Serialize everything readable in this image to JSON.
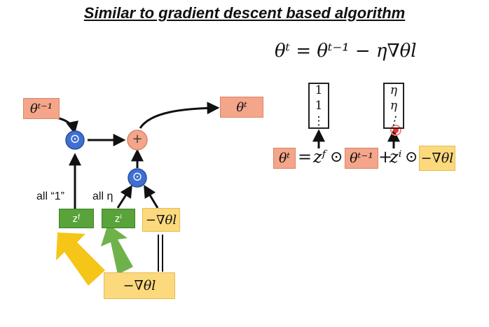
{
  "title": "Similar to gradient descent based algorithm",
  "formula_top": "θᵗ = θᵗ⁻¹ − η∇θl",
  "diagram": {
    "theta_prev": "θᵗ⁻¹",
    "theta_t": "θᵗ",
    "odot": "⊙",
    "plus": "+",
    "all_ones_label": "all “1”",
    "all_eta_label": "all η",
    "zf": "zᶠ",
    "zi": "zⁱ",
    "neg_grad": "−∇θl",
    "neg_grad_bottom": "−∇θl"
  },
  "equation": {
    "lhs": "θᵗ",
    "eq": "=",
    "zf": "zᶠ",
    "odot1": "⊙",
    "theta_prev": "θᵗ⁻¹",
    "plus": "+",
    "zi": "zⁱ",
    "odot2": "⊙",
    "neg_grad": "−∇θl",
    "vec_left": [
      "1",
      "1",
      "⋮"
    ],
    "vec_right": [
      "η",
      "η",
      "⋮"
    ]
  },
  "colors": {
    "salmon": "#f4a58a",
    "yellow": "#fcd97c",
    "green": "#58a33a",
    "blue_node": "#3f6fd1",
    "plus_node": "#f4a58a",
    "arrow_yellow": "#f5c518",
    "arrow_green": "#6fb24a"
  }
}
